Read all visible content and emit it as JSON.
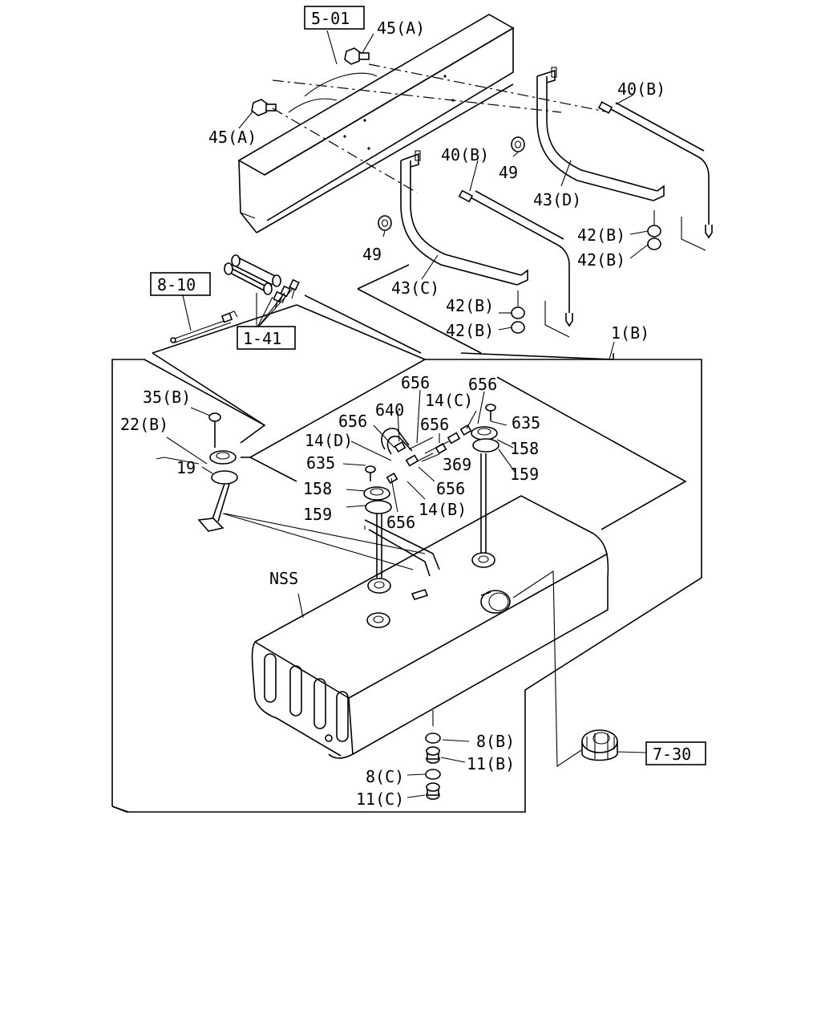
{
  "labels": {
    "ref_5_01": "5-01",
    "l_45a_top": "45(A)",
    "l_45a_left": "45(A)",
    "l_40b_right": "40(B)",
    "l_40b_mid": "40(B)",
    "l_49_right": "49",
    "l_49_left": "49",
    "l_43d": "43(D)",
    "l_43c": "43(C)",
    "l_42b_1": "42(B)",
    "l_42b_2": "42(B)",
    "l_42b_3": "42(B)",
    "l_42b_4": "42(B)",
    "ref_8_10": "8-10",
    "ref_1_41": "1-41",
    "l_1b": "1(B)",
    "l_35b": "35(B)",
    "l_22b": "22(B)",
    "l_19": "19",
    "l_656_a": "656",
    "l_656_b": "656",
    "l_656_c": "656",
    "l_656_d": "656",
    "l_656_e": "656",
    "l_656_f": "656",
    "l_640": "640",
    "l_14c": "14(C)",
    "l_14d": "14(D)",
    "l_14b": "14(B)",
    "l_635_left": "635",
    "l_635_right": "635",
    "l_369": "369",
    "l_158_left": "158",
    "l_158_right": "158",
    "l_159_left": "159",
    "l_159_right": "159",
    "l_nss": "NSS",
    "l_8b": "8(B)",
    "l_11b": "11(B)",
    "l_8c": "8(C)",
    "l_11c": "11(C)",
    "ref_7_30": "7-30"
  }
}
